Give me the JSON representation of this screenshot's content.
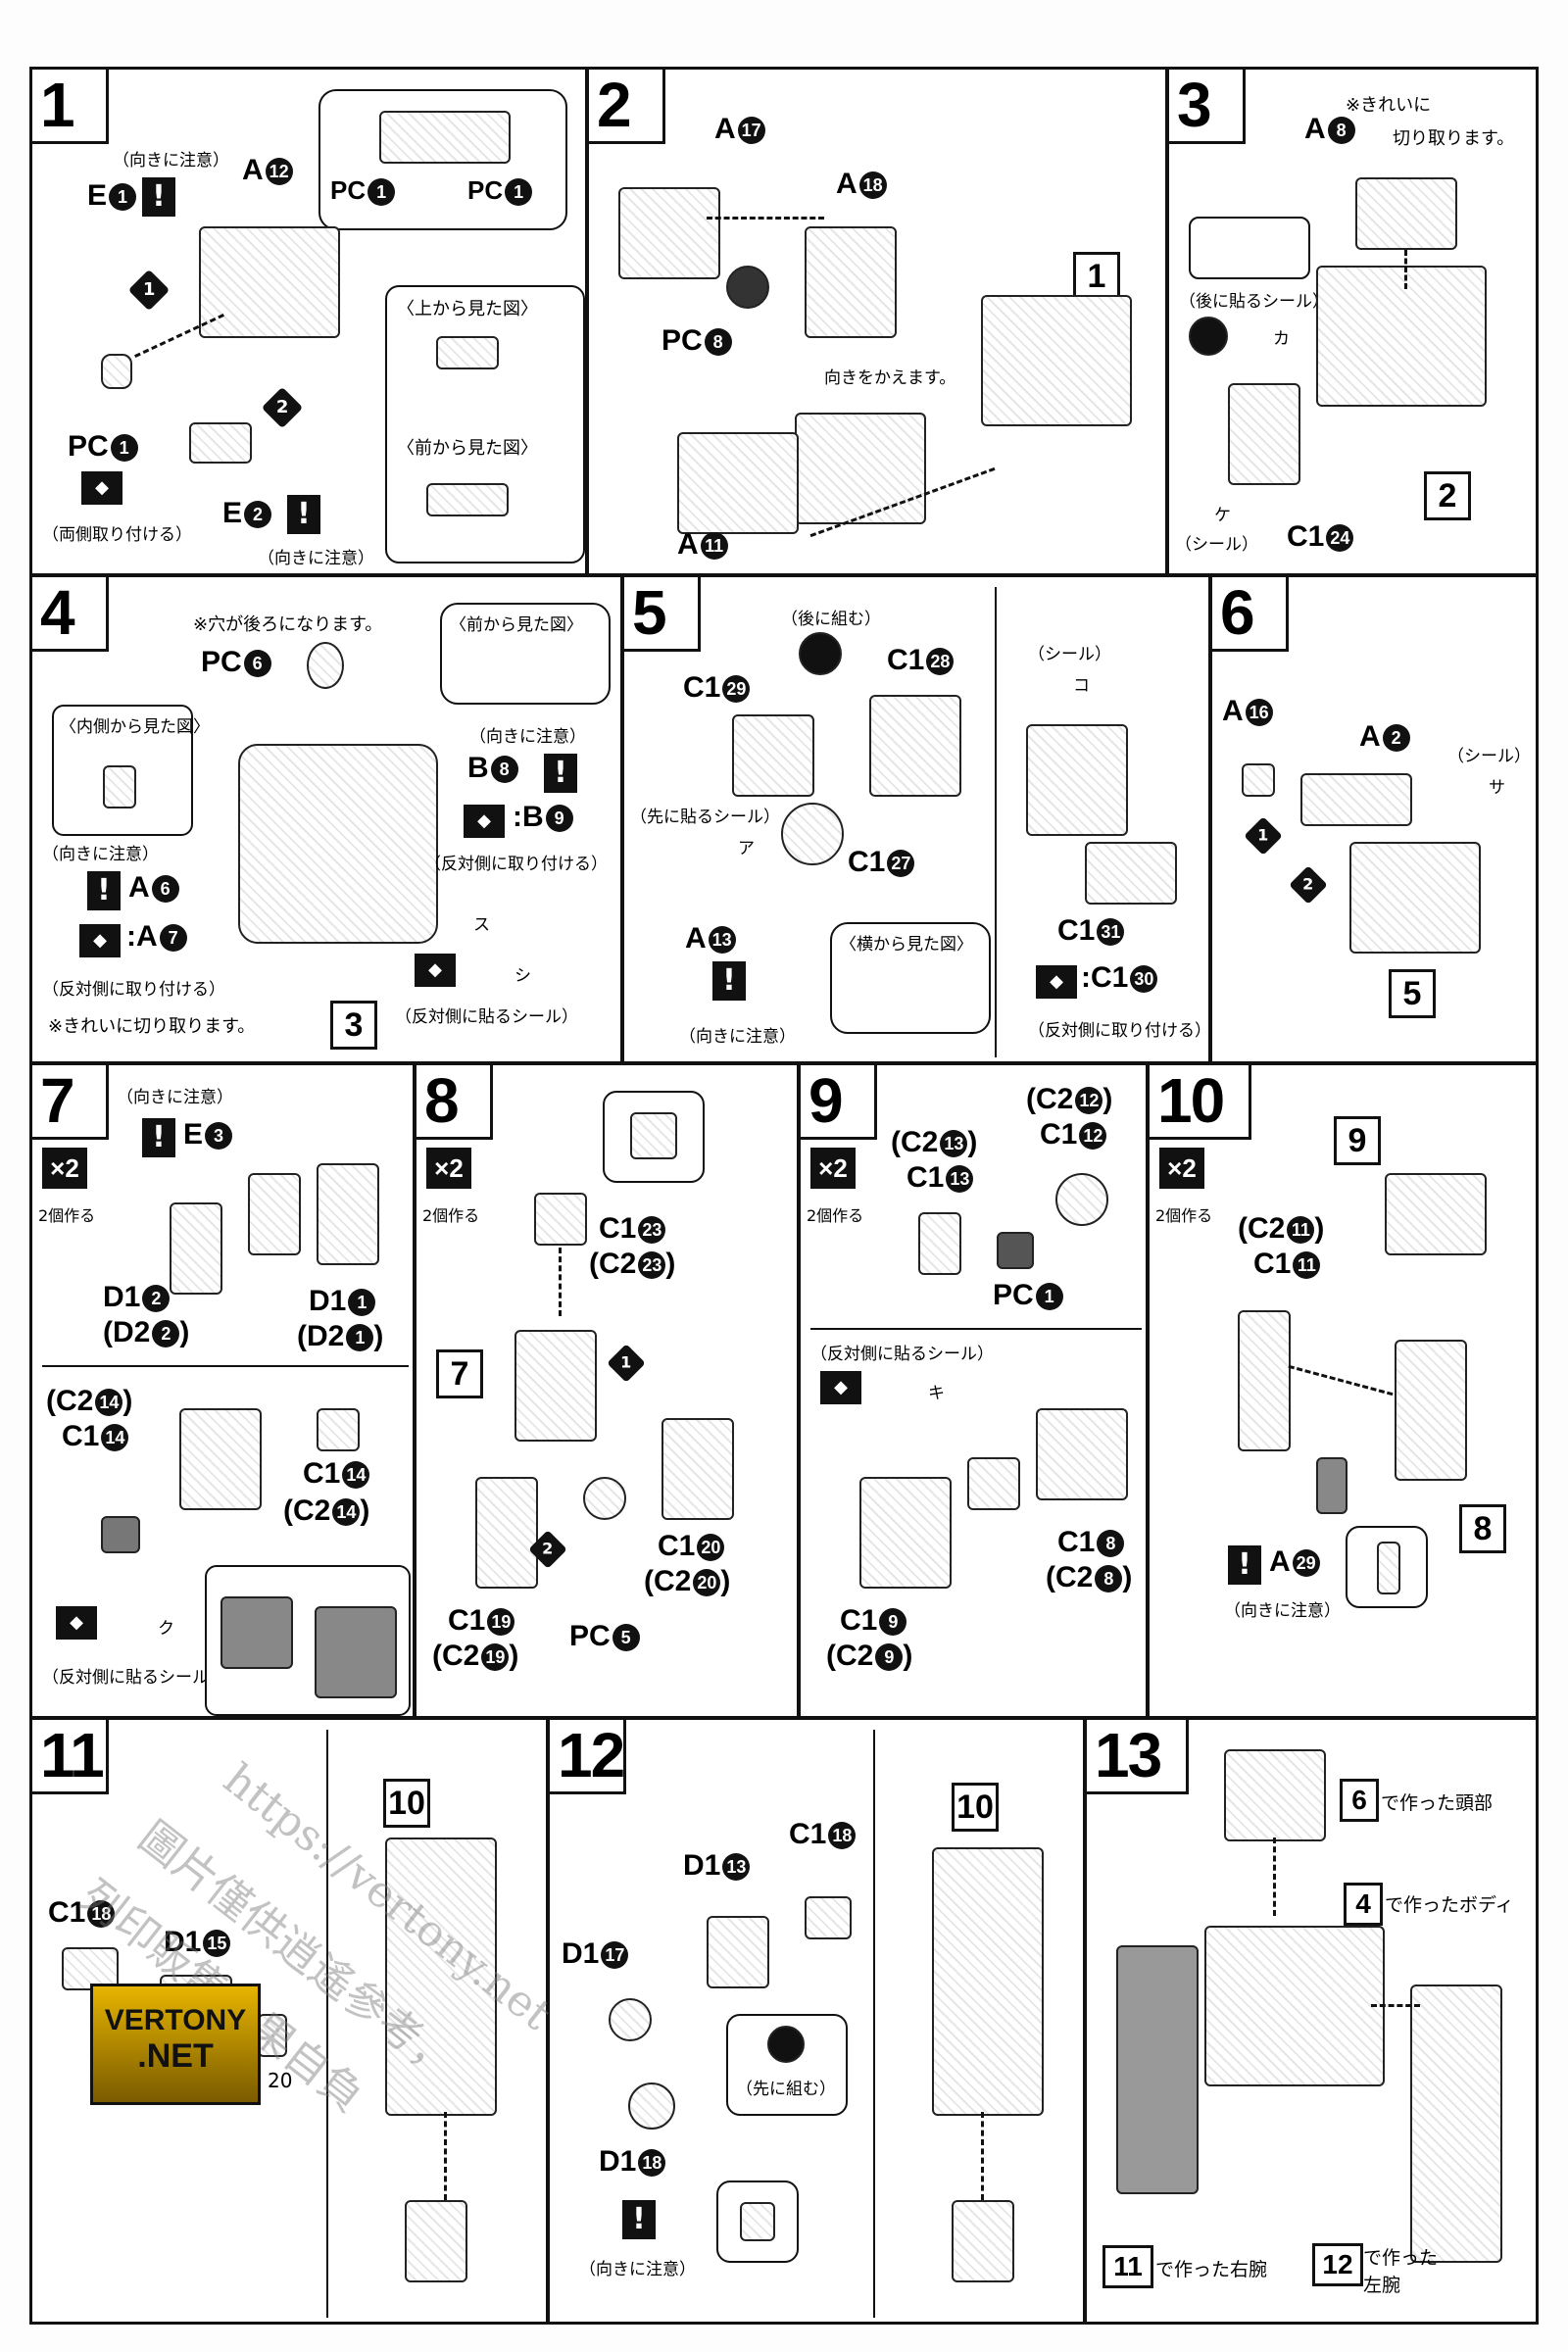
{
  "steps": {
    "s1": {
      "num": "1",
      "attention1": "（向きに注意）",
      "part_e1": "E",
      "part_e1_num": "1",
      "part_a12": "A",
      "part_a12_num": "12",
      "callout_pc1a": "PC",
      "callout_pc1b": "PC",
      "callout_num": "1",
      "view_top": "〈上から見た図〉",
      "view_front": "〈前から見た図〉",
      "part_pc1": "PC",
      "part_pc1_num": "1",
      "both_sides": "（両側取り付ける）",
      "part_e2": "E",
      "part_e2_num": "2",
      "attention2": "（向きに注意）",
      "seq1": "1",
      "seq2": "2"
    },
    "s2": {
      "num": "2",
      "part_a17": "A",
      "part_a17_num": "17",
      "part_a18": "A",
      "part_a18_num": "18",
      "part_pc8": "PC",
      "part_pc8_num": "8",
      "ref": "1",
      "turn_note": "向きをかえます。",
      "part_a11": "A",
      "part_a11_num": "11"
    },
    "s3": {
      "num": "3",
      "cut_note": "※きれいに",
      "part_a8": "A",
      "part_a8_num": "8",
      "cut_note2": "切り取ります。",
      "sticker_after": "（後に貼るシール）",
      "sticker_ka": "カ",
      "sticker_ke": "ケ",
      "sticker_label": "（シール）",
      "part_c124": "C1",
      "part_c124_num": "24",
      "ref": "2"
    },
    "s4": {
      "num": "4",
      "hole_note": "※穴が後ろになります。",
      "part_pc6": "PC",
      "part_pc6_num": "6",
      "view_front": "〈前から見た図〉",
      "view_inner": "〈内側から見た図〉",
      "attention": "（向きに注意）",
      "part_b8": "B",
      "part_b8_num": "8",
      "part_b9": "B",
      "part_b9_num": "9",
      "opposite_attach": "（反対側に取り付ける）",
      "part_a6": "A",
      "part_a6_num": "6",
      "part_a7": "A",
      "part_a7_num": "7",
      "opposite_attach2": "（反対側に取り付ける）",
      "cut_note": "※きれいに切り取ります。",
      "sticker_su": "ス",
      "sticker_shi": "シ",
      "opposite_sticker": "（反対側に貼るシール）",
      "ref": "3"
    },
    "s5": {
      "num": "5",
      "assemble_after": "（後に組む）",
      "part_c129": "C1",
      "part_c129_num": "29",
      "part_c128": "C1",
      "part_c128_num": "28",
      "sticker_first": "（先に貼るシール）",
      "sticker_a": "ア",
      "part_c127": "C1",
      "part_c127_num": "27",
      "part_a13": "A",
      "part_a13_num": "13",
      "view_side": "〈横から見た図〉",
      "attention": "（向きに注意）",
      "sticker_label": "（シール）",
      "sticker_ko": "コ",
      "part_c131": "C1",
      "part_c131_num": "31",
      "part_c130": "C1",
      "part_c130_num": "30",
      "opposite_attach": "（反対側に取り付ける）"
    },
    "s6": {
      "num": "6",
      "part_a16": "A",
      "part_a16_num": "16",
      "part_a2": "A",
      "part_a2_num": "2",
      "sticker_label": "（シール）",
      "sticker_sa": "サ",
      "ref": "5",
      "seq1": "1",
      "seq2": "2"
    },
    "s7": {
      "num": "7",
      "times": "×2",
      "make_two": "2個作る",
      "attention": "（向きに注意）",
      "part_e3": "E",
      "part_e3_num": "3",
      "part_d12": "D1",
      "part_d12_num": "2",
      "part_d22": "(D2",
      "part_d22_num": "2",
      "part_d11": "D1",
      "part_d11_num": "1",
      "part_d21": "(D2",
      "part_d21_num": "1",
      "part_c214a": "(C2",
      "part_c214a_num": "14",
      "part_c114a": "C1",
      "part_c114a_num": "14",
      "part_c114b": "C1",
      "part_c114b_num": "14",
      "part_c214b": "(C2",
      "part_c214b_num": "14",
      "sticker_ku": "ク",
      "opposite_sticker": "（反対側に貼るシール）"
    },
    "s8": {
      "num": "8",
      "times": "×2",
      "make_two": "2個作る",
      "part_c123": "C1",
      "part_c123_num": "23",
      "part_c223": "(C2",
      "part_c223_num": "23",
      "ref": "7",
      "part_c120": "C1",
      "part_c120_num": "20",
      "part_c220": "(C2",
      "part_c220_num": "20",
      "part_c119": "C1",
      "part_c119_num": "19",
      "part_c219": "(C2",
      "part_c219_num": "19",
      "part_pc5": "PC",
      "part_pc5_num": "5",
      "seq1": "1",
      "seq2": "2"
    },
    "s9": {
      "num": "9",
      "times": "×2",
      "make_two": "2個作る",
      "part_c213": "(C2",
      "part_c213_num": "13",
      "part_c113": "C1",
      "part_c113_num": "13",
      "part_c212": "(C2",
      "part_c212_num": "12",
      "part_c112": "C1",
      "part_c112_num": "12",
      "part_pc1": "PC",
      "part_pc1_num": "1",
      "opposite_sticker": "（反対側に貼るシール）",
      "sticker_ki": "キ",
      "part_c19": "C1",
      "part_c19_num": "9",
      "part_c29": "(C2",
      "part_c29_num": "9",
      "part_c18": "C1",
      "part_c18_num": "8",
      "part_c28": "(C2",
      "part_c28_num": "8"
    },
    "s10": {
      "num": "10",
      "times": "×2",
      "make_two": "2個作る",
      "ref9": "9",
      "part_c211": "(C2",
      "part_c211_num": "11",
      "part_c111": "C1",
      "part_c111_num": "11",
      "ref8": "8",
      "part_a29": "A",
      "part_a29_num": "29",
      "attention": "（向きに注意）"
    },
    "s11": {
      "num": "11",
      "part_c118": "C1",
      "part_c118_num": "18",
      "part_d115": "D1",
      "part_d115_num": "15",
      "ref": "10",
      "part_20": "20"
    },
    "s12": {
      "num": "12",
      "part_d113": "D1",
      "part_d113_num": "13",
      "part_c118": "C1",
      "part_c118_num": "18",
      "part_d117": "D1",
      "part_d117_num": "17",
      "assemble_first": "（先に組む）",
      "part_d118": "D1",
      "part_d118_num": "18",
      "attention": "（向きに注意）",
      "ref": "10"
    },
    "s13": {
      "num": "13",
      "head_ref": "6",
      "head_text": "で作った頭部",
      "body_ref": "4",
      "body_text": "で作ったボディ",
      "right_ref": "11",
      "right_text": "で作った右腕",
      "left_ref": "12",
      "left_text1": "で作った",
      "left_text2": "左腕"
    }
  },
  "watermark": {
    "line1": "https://vertony.net",
    "line2": "圖片僅供逍遙參考，",
    "line3": "列印販售後果自負"
  },
  "logo": {
    "line1": "VERTONY",
    "line2": ".NET"
  }
}
